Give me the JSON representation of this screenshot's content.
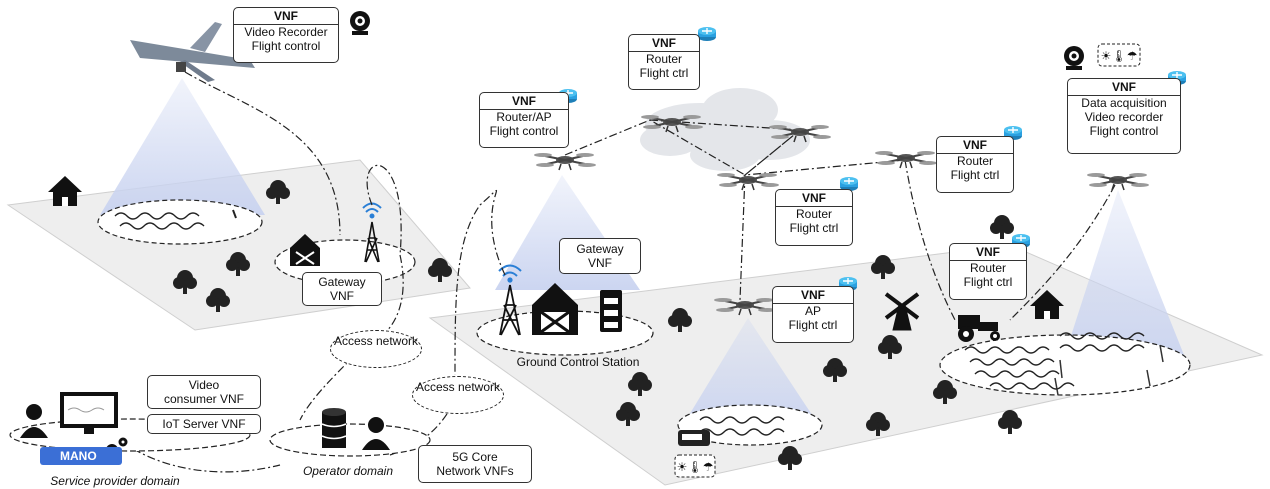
{
  "vnf_boxes": [
    {
      "id": "drone-top",
      "header": "VNF",
      "lines": [
        "Video Recorder",
        "Flight control"
      ]
    },
    {
      "id": "router-top",
      "header": "VNF",
      "lines": [
        "Router",
        "Flight ctrl"
      ]
    },
    {
      "id": "router-ap",
      "header": "VNF",
      "lines": [
        "Router/AP",
        "Flight control"
      ]
    },
    {
      "id": "data-acq",
      "header": "VNF",
      "lines": [
        "Data acquisition",
        "Video recorder",
        "Flight control"
      ]
    },
    {
      "id": "router-right",
      "header": "VNF",
      "lines": [
        "Router",
        "Flight ctrl"
      ]
    },
    {
      "id": "router-mid",
      "header": "VNF",
      "lines": [
        "Router",
        "Flight ctrl"
      ]
    },
    {
      "id": "router-field",
      "header": "VNF",
      "lines": [
        "Router",
        "Flight ctrl"
      ]
    },
    {
      "id": "ap",
      "header": "VNF",
      "lines": [
        "AP",
        "Flight ctrl"
      ]
    }
  ],
  "labels": {
    "gateway_left": [
      "Gateway",
      "VNF"
    ],
    "gateway_right": [
      "Gateway",
      "VNF"
    ],
    "access1": [
      "Access",
      "network"
    ],
    "access2": [
      "Access",
      "network"
    ],
    "ground_station": "Ground Control Station",
    "video_consumer": [
      "Video",
      "consumer VNF"
    ],
    "iot_server": "IoT Server VNF",
    "mano": "MANO",
    "service_domain": "Service provider domain",
    "operator_domain": "Operator domain",
    "core": [
      "5G Core",
      "Network  VNFs"
    ]
  },
  "colors": {
    "mano": "#3b6fd6",
    "router": "#2aa0e0",
    "field": "#eeeeee",
    "beam": "#d5ddf3"
  },
  "icons": [
    "drone-icon",
    "webcam-icon",
    "router-icon",
    "weather-sensor-icon",
    "house-icon",
    "tree-icon",
    "barn-icon",
    "antenna-tower-icon",
    "wifi-icon",
    "silo-icon",
    "windmill-icon",
    "tractor-icon",
    "crop-icon",
    "database-icon",
    "user-icon",
    "monitor-icon",
    "gear-icon",
    "cloud-icon",
    "iot-device-icon"
  ]
}
